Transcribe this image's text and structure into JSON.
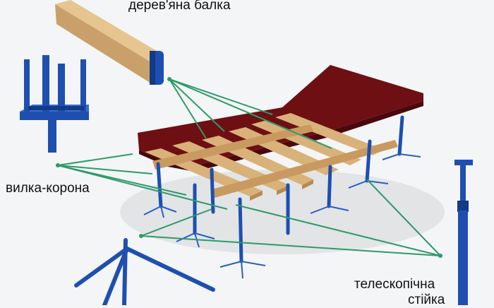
{
  "labels": {
    "wooden_beam": "дерев'яна балка",
    "fork_crown": "вилка-корона",
    "telescopic_prop_line1": "телескопічна",
    "telescopic_prop_line2": "стійка"
  },
  "colors": {
    "deck": "#6e0f14",
    "deck_edge": "#4a080c",
    "timber": "#d9b27a",
    "timber_dark": "#b88a52",
    "steel_blue": "#1e4fb0",
    "steel_dark": "#123a85",
    "leader_line": "#2e9a6a",
    "background": "#f4f5f6"
  },
  "icons": {
    "beam": "timber-beam-icon",
    "fork": "fork-head-icon",
    "prop": "telescopic-prop-icon",
    "tripod": "tripod-icon"
  }
}
